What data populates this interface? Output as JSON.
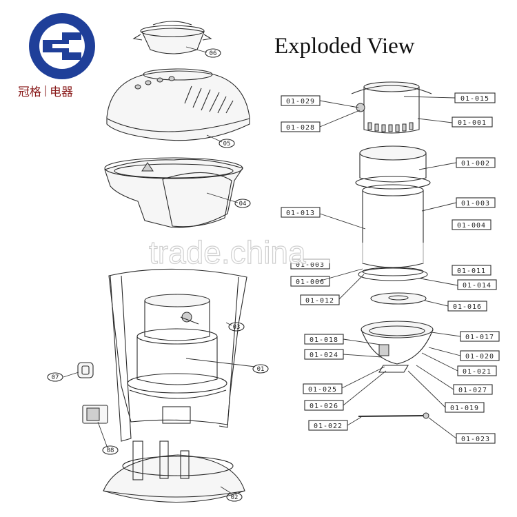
{
  "brand": {
    "name_cn": "冠格",
    "suffix_cn": "电器",
    "logo_color": "#1f3f99"
  },
  "diagram": {
    "title": "Exploded View",
    "watermark": "trade.china",
    "left_labels": [
      "06",
      "05",
      "04",
      "03",
      "01",
      "07",
      "08",
      "02"
    ],
    "right_labels": [
      "01-029",
      "01-015",
      "01-028",
      "01-001",
      "01-002",
      "01-003",
      "01-013",
      "01-004",
      "01-003",
      "01-011",
      "01-006",
      "01-014",
      "01-012",
      "01-016",
      "01-018",
      "01-017",
      "01-024",
      "01-020",
      "01-021",
      "01-025",
      "01-027",
      "01-026",
      "01-019",
      "01-022",
      "01-023"
    ]
  }
}
